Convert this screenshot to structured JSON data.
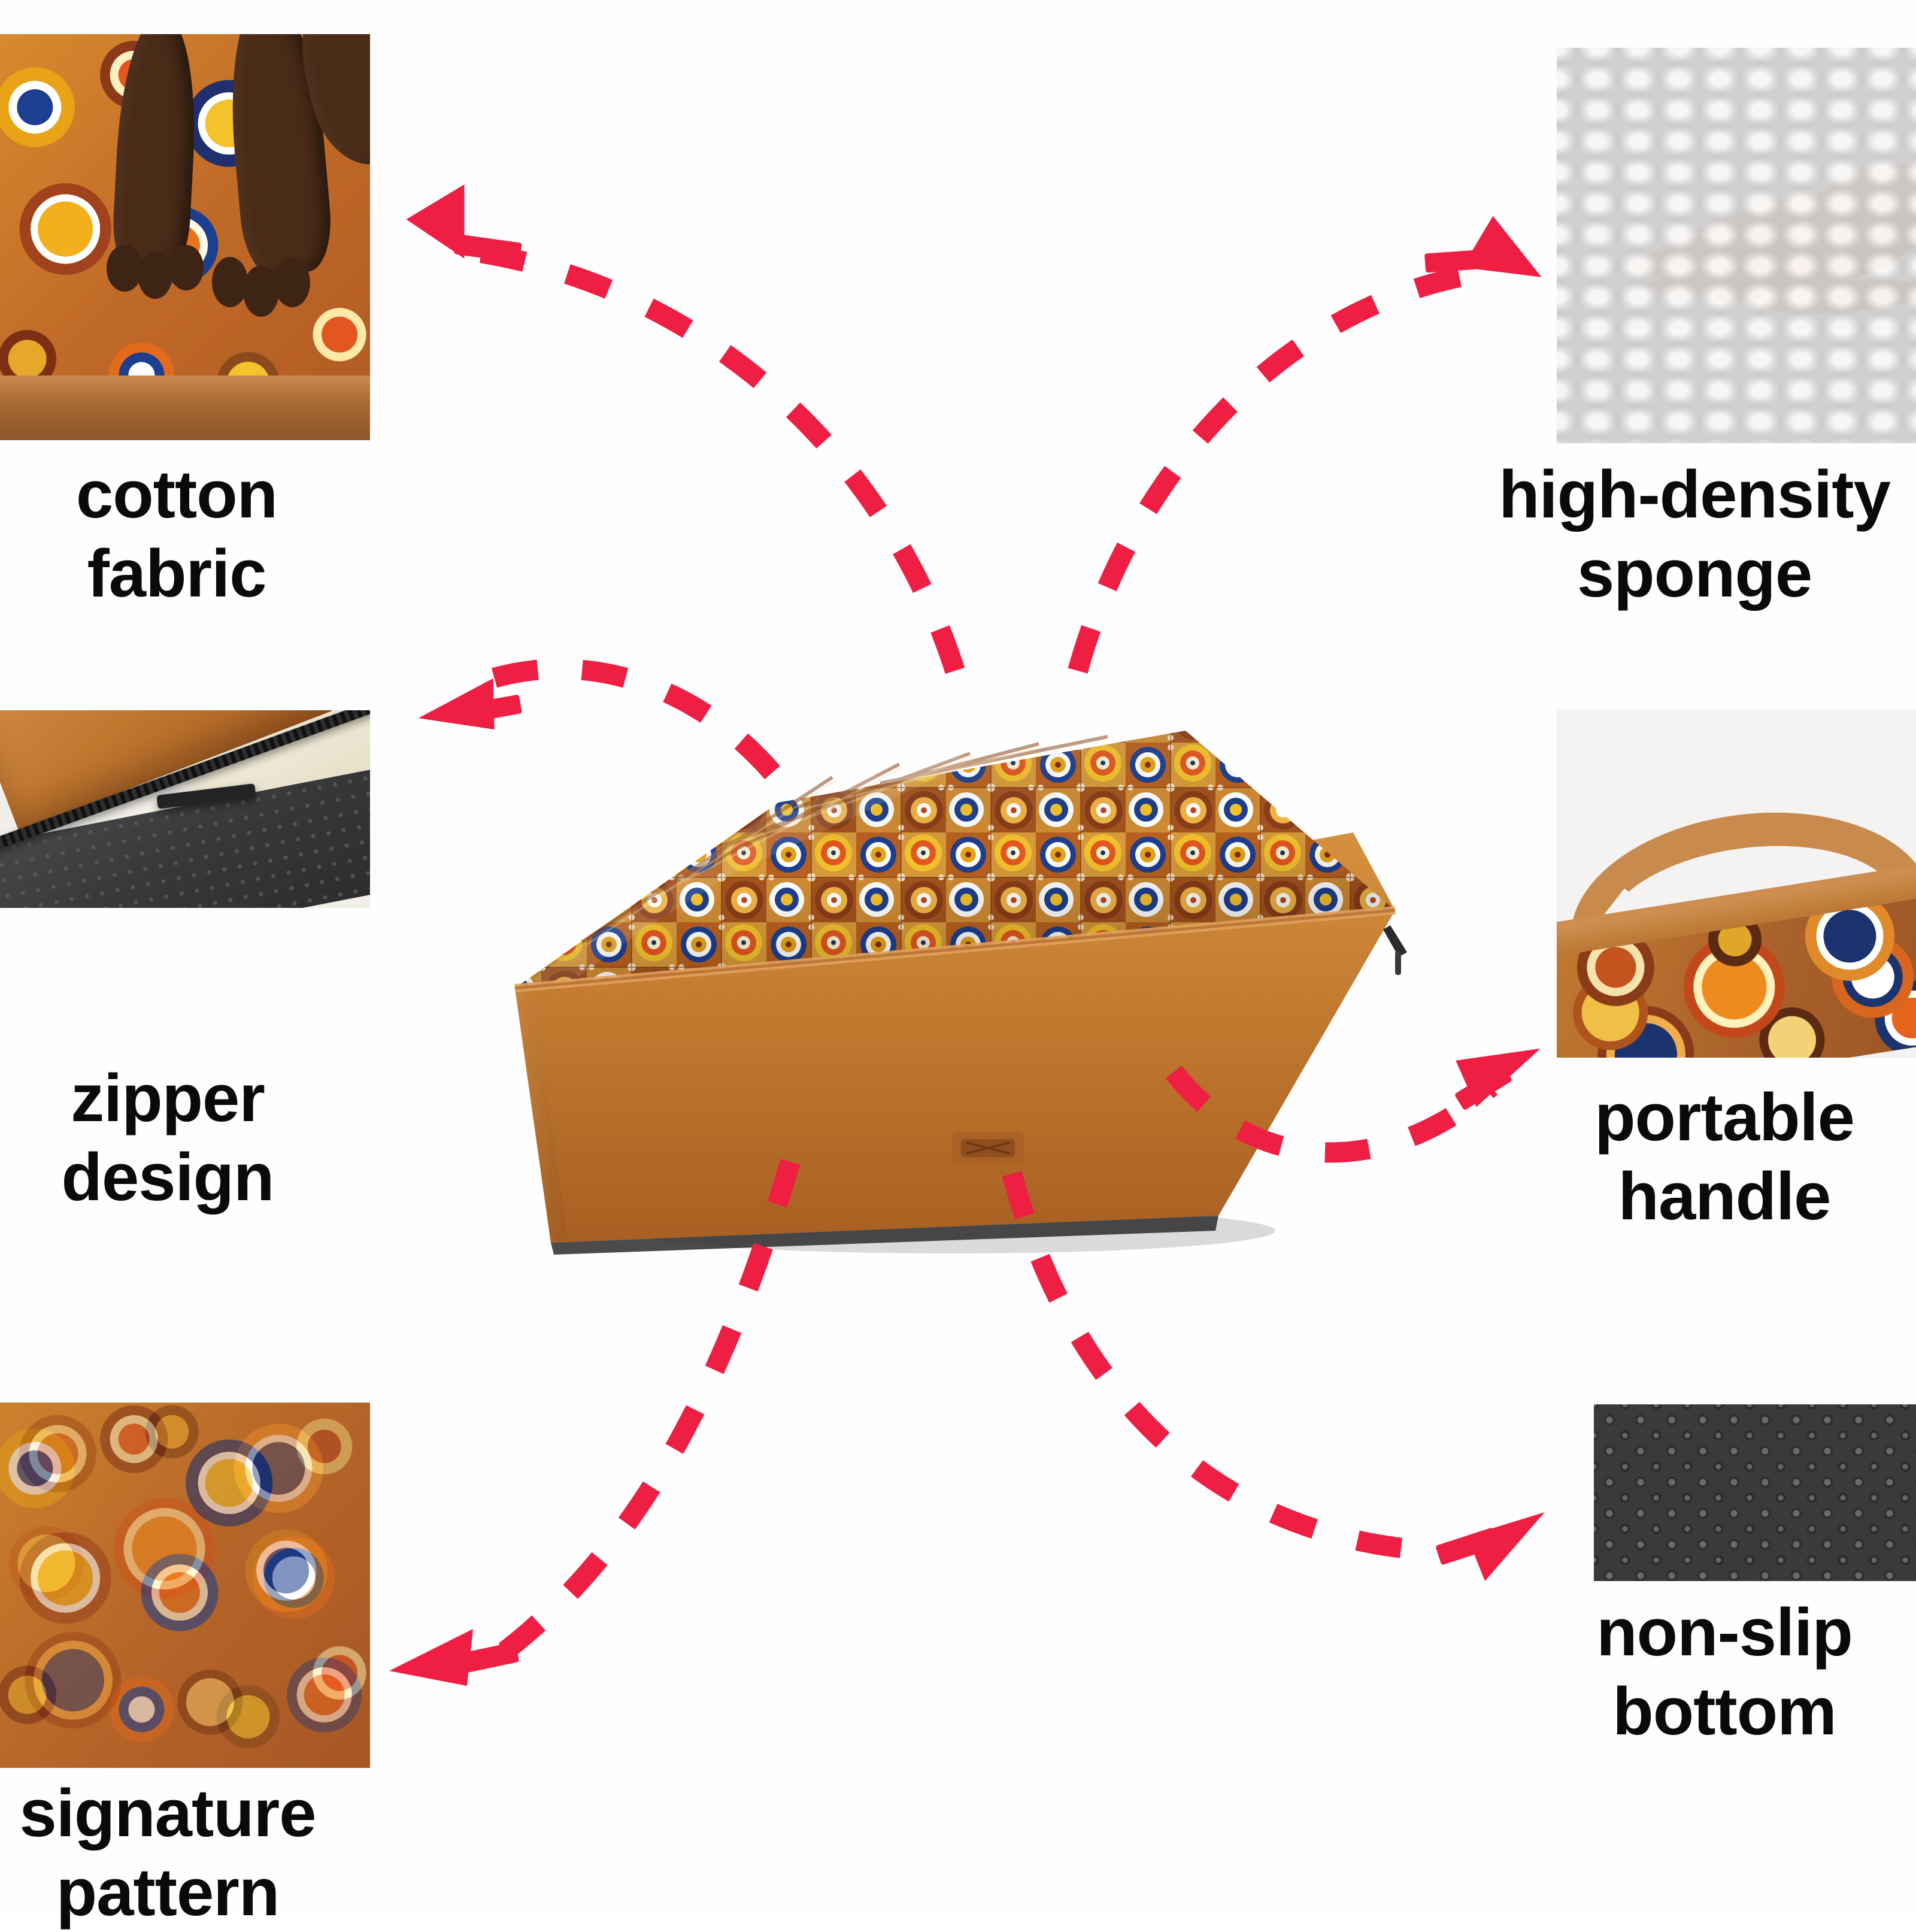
{
  "layout": {
    "background_color": "#ffffff",
    "arrow_color": "#ef1e43",
    "text_color": "#0a0a0a",
    "columns": 3,
    "rows": 3
  },
  "product": {
    "name": "foldable-pet-mattress",
    "body_color": "#c07a30",
    "trim_color": "#b0682a",
    "pattern_name": "mandala-boho-patchwork"
  },
  "features": [
    {
      "id": "cotton-fabric",
      "label": "cotton\nfabric",
      "thumb_alt": "dog paws standing on patterned cotton pet bed",
      "position": "top-left"
    },
    {
      "id": "high-density-sponge",
      "label": "high-density\nsponge",
      "thumb_alt": "hand pressing into white egg-crate high density foam",
      "position": "top-right"
    },
    {
      "id": "zipper-design",
      "label": "zipper\ndesign",
      "thumb_alt": "close up of black zipper on tan cover with foam inside",
      "position": "middle-left"
    },
    {
      "id": "portable-handle",
      "label": "portable\nhandle",
      "thumb_alt": "tan carry handle strap above patterned fabric",
      "position": "middle-right"
    },
    {
      "id": "signature-pattern",
      "label": "signature\npattern",
      "thumb_alt": "close up of colorful mandala patchwork print",
      "position": "bottom-left"
    },
    {
      "id": "non-slip-bottom",
      "label": "non-slip\nbottom",
      "thumb_alt": "black dotted non-slip rubber base",
      "position": "bottom-right"
    }
  ],
  "arrows": [
    {
      "id": "arrow-to-cotton-fabric",
      "target": "cotton-fabric",
      "direction": "up-left",
      "style": "dashed-curve"
    },
    {
      "id": "arrow-to-high-density-sponge",
      "target": "high-density-sponge",
      "direction": "up-right",
      "style": "dashed-curve"
    },
    {
      "id": "arrow-to-zipper-design",
      "target": "zipper-design",
      "direction": "left",
      "style": "dashed-curve"
    },
    {
      "id": "arrow-to-portable-handle",
      "target": "portable-handle",
      "direction": "right",
      "style": "dashed-curve"
    },
    {
      "id": "arrow-to-signature-pattern",
      "target": "signature-pattern",
      "direction": "down-left",
      "style": "dashed-curve"
    },
    {
      "id": "arrow-to-non-slip-bottom",
      "target": "non-slip-bottom",
      "direction": "down-right",
      "style": "dashed-curve"
    }
  ]
}
